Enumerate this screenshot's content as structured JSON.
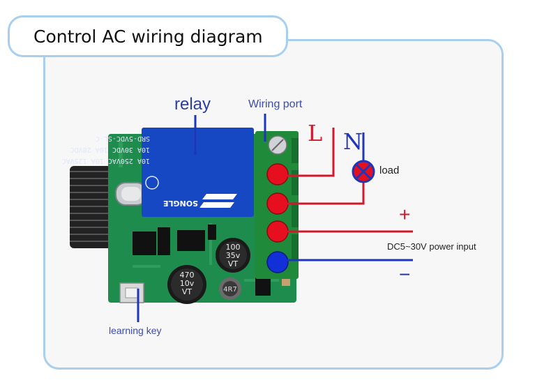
{
  "title": "Control AC wiring diagram",
  "labels": {
    "relay": "relay",
    "wiring_port": "Wiring port",
    "line": "L",
    "neutral": "N",
    "load": "load",
    "plus": "+",
    "power_input": "DC5~30V power input",
    "minus": "−",
    "learning_key": "learning key"
  },
  "relay_markings": {
    "model": "SRD-5VDC-SL-C",
    "rating_1": "10A 30VDC  10A 28VDC",
    "rating_2": "10A 250VAC  10A 125VAC",
    "brand": "SONGLE"
  },
  "component_markings": {
    "cap_1_value": "100",
    "cap_1_voltage": "35v",
    "cap_1_series": "VT",
    "cap_2_value": "470",
    "cap_2_voltage": "10v",
    "cap_2_series": "VT",
    "inductor": "4R7"
  },
  "colors": {
    "frame": "#a8cfee",
    "pcb": "#1e8c4c",
    "relay": "#1748c4",
    "terminal_block": "#1e8a3a",
    "wire_red": "#d4182b",
    "wire_blue": "#1f36b8"
  }
}
